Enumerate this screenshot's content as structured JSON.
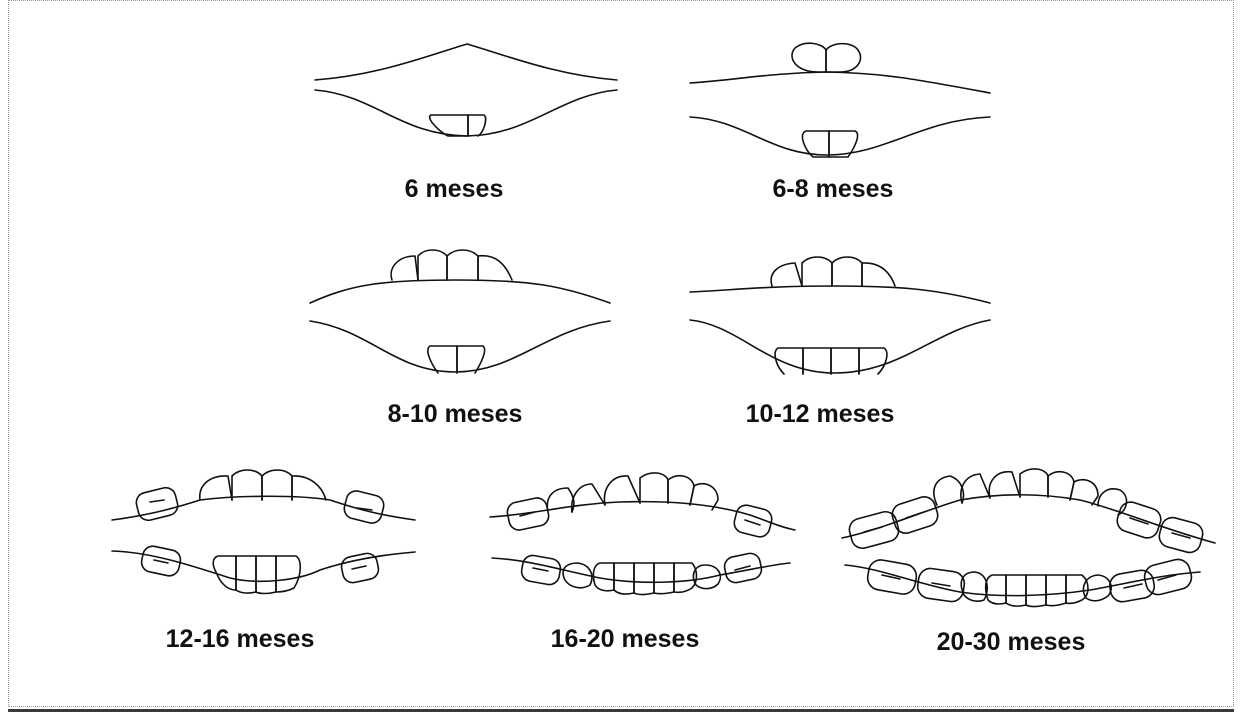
{
  "stages": [
    {
      "label": "6 meses",
      "upper_teeth": 0,
      "lower_teeth": 2
    },
    {
      "label": "6-8 meses",
      "upper_teeth": 2,
      "lower_teeth": 2
    },
    {
      "label": "8-10 meses",
      "upper_teeth": 4,
      "lower_teeth": 2
    },
    {
      "label": "10-12 meses",
      "upper_teeth": 4,
      "lower_teeth": 4
    },
    {
      "label": "12-16 meses",
      "upper_teeth": 6,
      "lower_teeth": 6
    },
    {
      "label": "16-20 meses",
      "upper_teeth": 8,
      "lower_teeth": 8
    },
    {
      "label": "20-30 meses",
      "upper_teeth": 10,
      "lower_teeth": 10
    }
  ],
  "colors": {
    "ink": "#111111",
    "frame": "#9a9a9a"
  }
}
